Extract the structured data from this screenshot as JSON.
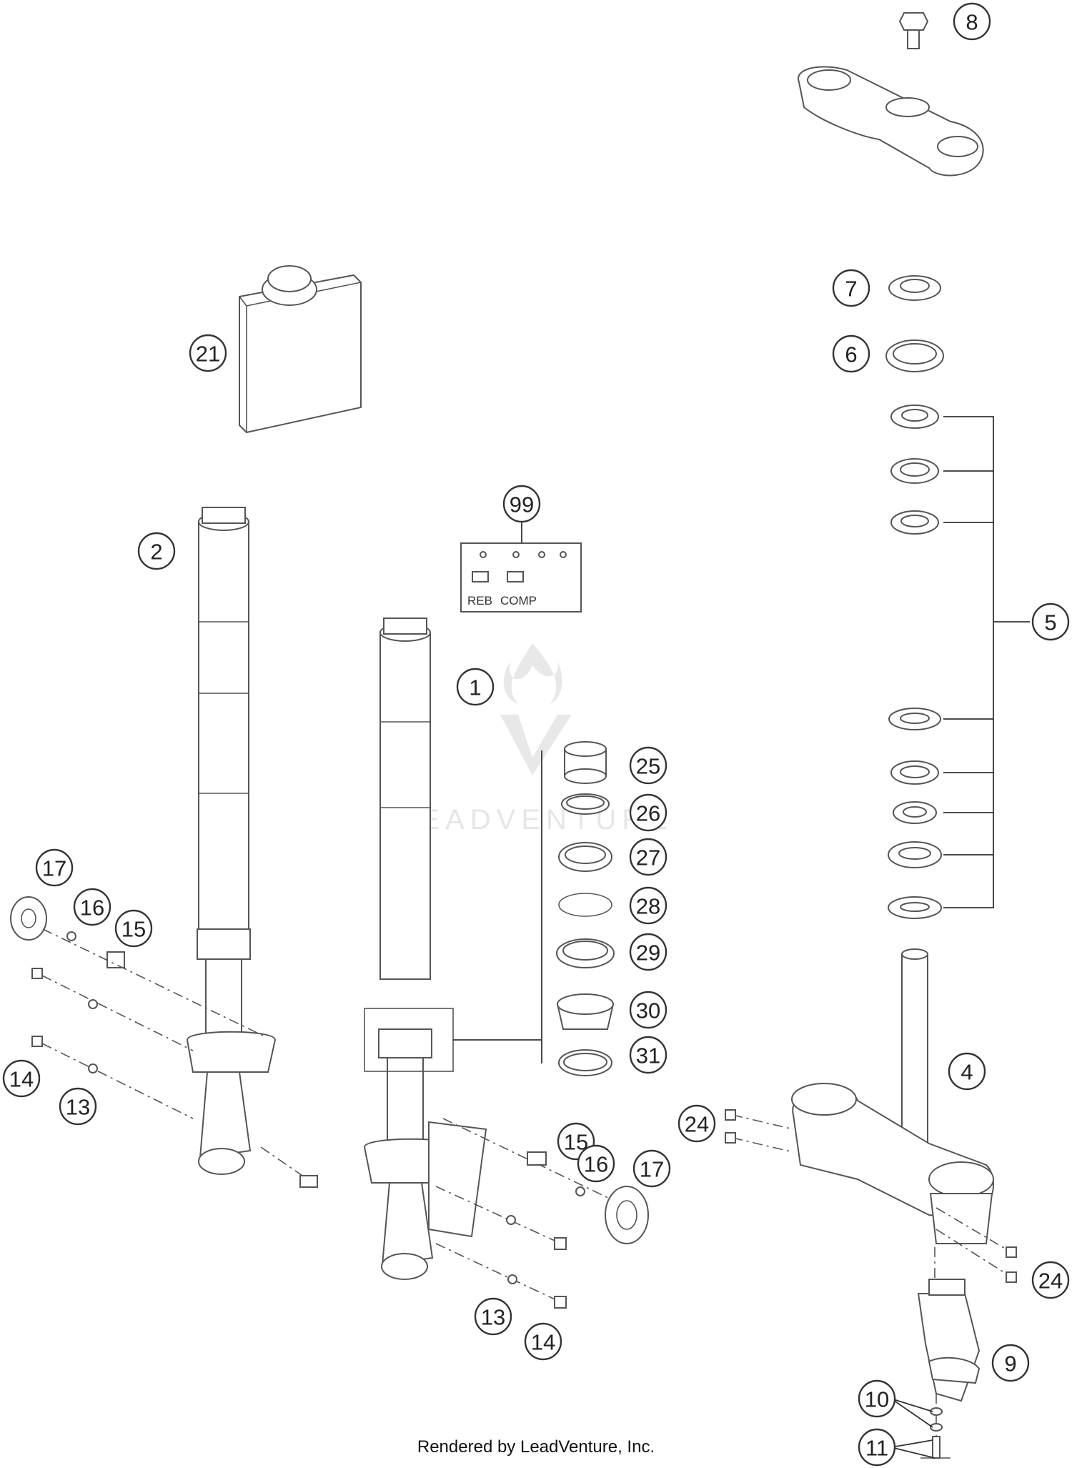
{
  "callouts": [
    {
      "label": "8"
    },
    {
      "label": "7"
    },
    {
      "label": "6"
    },
    {
      "label": "21"
    },
    {
      "label": "99"
    },
    {
      "label": "2"
    },
    {
      "label": "5"
    },
    {
      "label": "1"
    },
    {
      "label": "25"
    },
    {
      "label": "26"
    },
    {
      "label": "27"
    },
    {
      "label": "28"
    },
    {
      "label": "29"
    },
    {
      "label": "30"
    },
    {
      "label": "31"
    },
    {
      "label": "17"
    },
    {
      "label": "16"
    },
    {
      "label": "15"
    },
    {
      "label": "14"
    },
    {
      "label": "13"
    },
    {
      "label": "4"
    },
    {
      "label": "24"
    },
    {
      "label": "15"
    },
    {
      "label": "16"
    },
    {
      "label": "17"
    },
    {
      "label": "24"
    },
    {
      "label": "9"
    },
    {
      "label": "13"
    },
    {
      "label": "14"
    },
    {
      "label": "10"
    },
    {
      "label": "11"
    }
  ],
  "kit": {
    "reb_label": "REB",
    "comp_label": "COMP"
  },
  "watermark": {
    "text": "LEADVENTURE"
  },
  "footer": {
    "credit": "Rendered by LeadVenture, Inc."
  },
  "colors": {
    "line": "#555555",
    "callout_stroke": "#333333",
    "watermark": "#e6e6e6"
  }
}
